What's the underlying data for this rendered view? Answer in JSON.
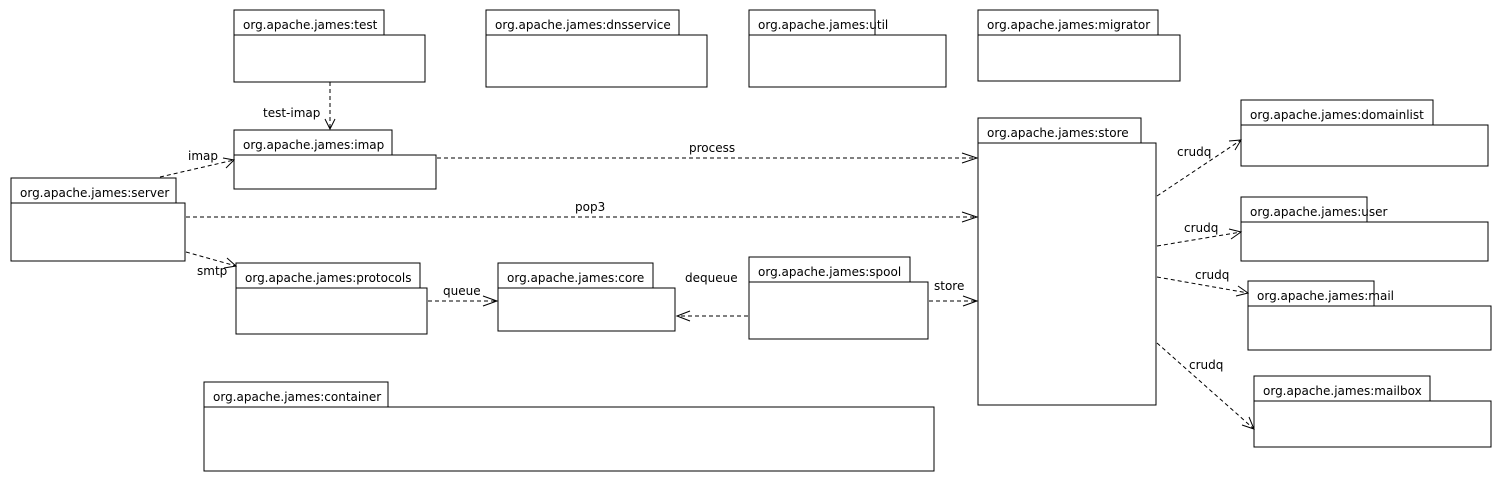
{
  "packages": {
    "test": "org.apache.james:test",
    "dnsservice": "org.apache.james:dnsservice",
    "util": "org.apache.james:util",
    "migrator": "org.apache.james:migrator",
    "imap": "org.apache.james:imap",
    "store": "org.apache.james:store",
    "domainlist": "org.apache.james:domainlist",
    "server": "org.apache.james:server",
    "user": "org.apache.james:user",
    "protocols": "org.apache.james:protocols",
    "core": "org.apache.james:core",
    "spool": "org.apache.james:spool",
    "mail": "org.apache.james:mail",
    "mailbox": "org.apache.james:mailbox",
    "container": "org.apache.james:container"
  },
  "dependencies": {
    "test_imap": "test-imap",
    "server_imap": "imap",
    "imap_store": "process",
    "server_store": "pop3",
    "server_protocols": "smtp",
    "protocols_core": "queue",
    "spool_core": "dequeue",
    "spool_store": "store",
    "store_domainlist": "crudq",
    "store_user": "crudq",
    "store_mail": "crudq",
    "store_mailbox": "crudq"
  }
}
